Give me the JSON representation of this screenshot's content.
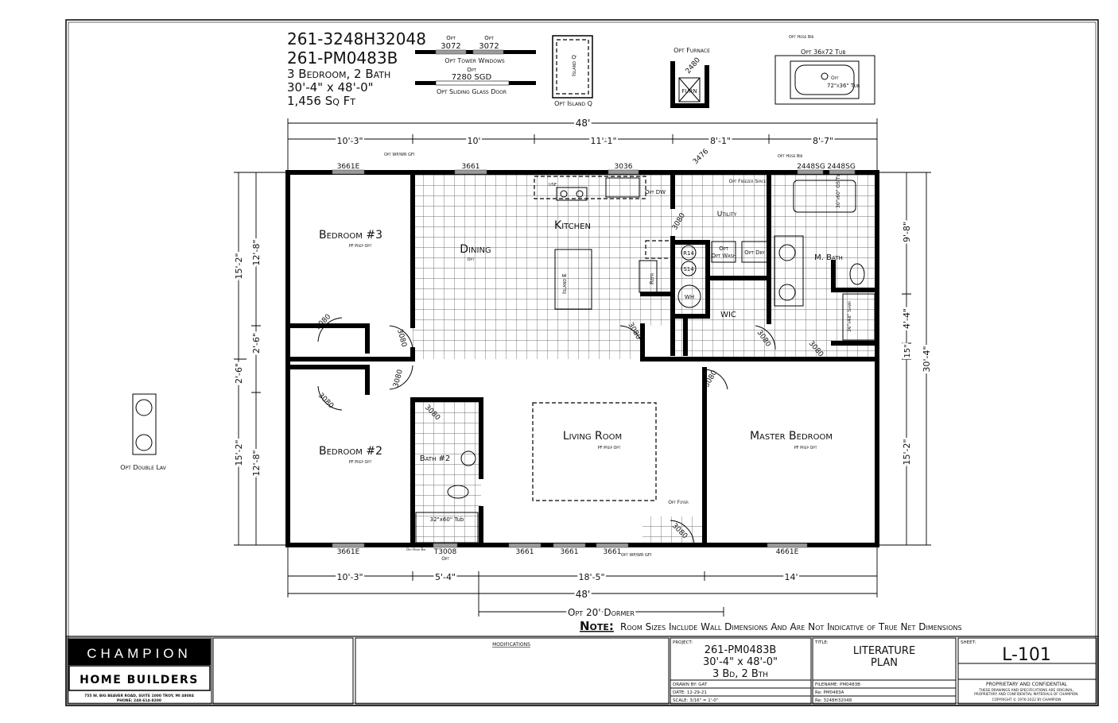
{
  "header": {
    "model_1": "261-3248H32048",
    "model_2": "261-PM0483B",
    "beds_baths": "3 Bedroom, 2 Bath",
    "size": "30'-4\" x 48'-0\"",
    "sqft": "1,456 Sq Ft"
  },
  "options": {
    "tower_opt_1": "Opt",
    "tower_size_1": "3072",
    "tower_opt_2": "Opt",
    "tower_size_2": "3072",
    "tower_label": "Opt Tower Windows",
    "sgd_opt": "Opt",
    "sgd_size": "7280 SGD",
    "sgd_label": "Opt Sliding Glass Door",
    "island_q": "Island Q",
    "island_q_label": "Opt Island Q",
    "furnace_label": "Opt Furnace",
    "furnace_door": "2480",
    "furnace_box": "FURN",
    "hose_bib": "Opt Hose Bib",
    "tub_label": "Opt 36x72 Tub",
    "tub_inner_opt": "Opt",
    "tub_inner": "72\"x36\" Tub",
    "double_lav": "Opt Double Lav"
  },
  "dimensions": {
    "top_total": "48'",
    "top": [
      "10'-3\"",
      "10'",
      "11'-1\"",
      "8'-1\"",
      "8'-7\""
    ],
    "bottom": [
      "10'-3\"",
      "5'-4\"",
      "18'-5\"",
      "14'"
    ],
    "bottom_total": "48'",
    "dormer": "Opt 20' Dormer",
    "left_outer": [
      "15'-2\"",
      "2'-6\"",
      "15'-2\""
    ],
    "left_inner": [
      "12'-8\"",
      "2'-6\"",
      "12'-8\""
    ],
    "right_inner": [
      "9'-8\"",
      "4'-4\"",
      "15\"",
      "15'-2\""
    ],
    "right_total": "30'-4\""
  },
  "rooms": {
    "bedroom3": "Bedroom #3",
    "bedroom2": "Bedroom #2",
    "dining": "Dining",
    "dining_opt": "Opt",
    "kitchen": "Kitchen",
    "utility": "Utility",
    "m_bath": "M. Bath",
    "wic": "WIC",
    "bath2": "Bath #2",
    "living": "Living Room",
    "master": "Master Bedroom",
    "pf_prep": "PF Prep Opt",
    "foyer": "Opt Foyer"
  },
  "fixtures": {
    "island_e": "Island E",
    "refr": "Refr",
    "opt_dw": "Opt DW",
    "use": "USE",
    "opt_wash": "Opt Wash",
    "opt_dry": "Opt Dry",
    "r14": "R14",
    "s14": "S14",
    "wh": "WH",
    "freezer": "Opt Freezer Space",
    "tub_mbath": "30\"x60\" GS Tub",
    "shower": "36\"x48\" Shwr",
    "tub_bath2": "32\"x60\" Tub",
    "opt_wpwr": "Opt WP/WR GFI",
    "opt_hose": "Opt Hose Bib"
  },
  "windows": {
    "top": [
      "3661E",
      "3661",
      "3036",
      "2448SG",
      "2448SG"
    ],
    "bottom": [
      "3661E",
      "T3008",
      "3661",
      "3661",
      "3661",
      "4661E"
    ],
    "t3008_opt": "Opt"
  },
  "doors": {
    "d3080": "3080",
    "d3476": "3476"
  },
  "note": {
    "label": "Note:",
    "text": "Room Sizes Include Wall Dimensions And Are Not Indicative of True Net Dimensions"
  },
  "title_block": {
    "logo_top": "CHAMPION",
    "logo_bottom": "HOME BUILDERS",
    "address": "755 W. BIG BEAVER ROAD, SUITE 1000 TROY, MI 48084",
    "phone": "PHONE: 248-614-8200",
    "modifications": "MODIFICATIONS",
    "project_label": "PROJECT:",
    "project_1": "261-PM0483B",
    "project_2": "30'-4\" x 48'-0\"",
    "project_3": "3 Bd, 2 Bth",
    "drawn_by": "DRAWN BY: GAT",
    "date": "DATE: 12-29-21",
    "scale": "SCALE: 3/16\" = 1'-0\"",
    "title_label": "TITLE:",
    "title_1": "LITERATURE",
    "title_2": "PLAN",
    "filename": "FILENAME: PM0483B",
    "re_1": "Re: PM0483A",
    "re_2": "Re: 3248H32048",
    "sheet_label": "SHEET:",
    "sheet": "L-101",
    "proprietary": "PROPRIETARY AND CONFIDENTIAL",
    "prop_line_1": "THESE DRAWINGS AND SPECIFICATIONS ARE ORIGINAL,",
    "prop_line_2": "PROPRIETARY AND CONFIDENTIAL MATERIALS OF CHAMPION.",
    "copyright": "COPYRIGHT © 1976-2022 BY CHAMPION"
  }
}
